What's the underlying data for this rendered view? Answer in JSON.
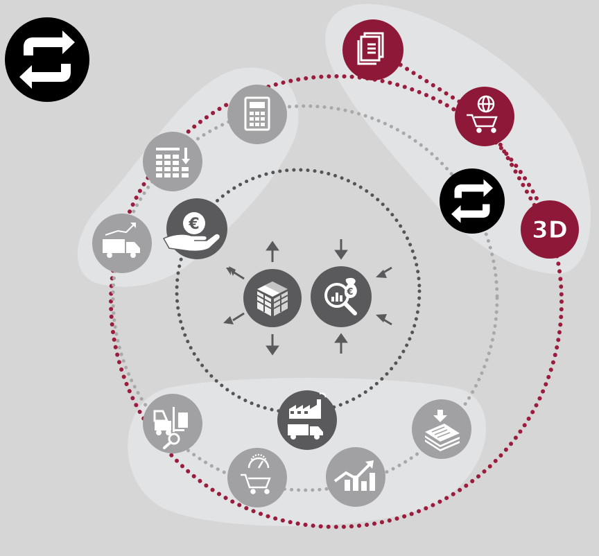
{
  "colors": {
    "background": "#d6d6d6",
    "panel": "#e4e5e7",
    "crimson": "#8e1838",
    "dark_node": "#5a5a5c",
    "light_node": "#a1a1a3",
    "black_badge": "#000000",
    "dots_crimson": "#9b1d3d",
    "dots_gray": "#a8a8a8",
    "dots_dark": "#555555"
  },
  "labels": {
    "three_d": "3D",
    "euro": "€"
  },
  "nodes": [
    {
      "name": "document-stack-node",
      "icon": "document-stack-icon"
    },
    {
      "name": "web-shop-cart-node",
      "icon": "web-cart-icon"
    },
    {
      "name": "three-d-node",
      "icon": "three-d-icon"
    },
    {
      "name": "calculator-node",
      "icon": "calculator-icon"
    },
    {
      "name": "table-sort-node",
      "icon": "table-sort-icon"
    },
    {
      "name": "delivery-truck-node",
      "icon": "truck-growth-icon"
    },
    {
      "name": "euro-hand-node",
      "icon": "hand-euro-icon"
    },
    {
      "name": "cube-distribute-node",
      "icon": "cube-blocks-icon"
    },
    {
      "name": "finance-analysis-node",
      "icon": "magnifier-euro-icon"
    },
    {
      "name": "factory-truck-node",
      "icon": "factory-truck-icon"
    },
    {
      "name": "forklift-search-node",
      "icon": "forklift-search-icon"
    },
    {
      "name": "speed-cart-node",
      "icon": "speedometer-cart-icon"
    },
    {
      "name": "growth-chart-node",
      "icon": "growth-chart-icon"
    },
    {
      "name": "document-import-node",
      "icon": "document-import-icon"
    }
  ],
  "badges": [
    {
      "name": "sync-badge-large",
      "icon": "sync-icon"
    },
    {
      "name": "sync-badge-small",
      "icon": "sync-icon"
    }
  ]
}
